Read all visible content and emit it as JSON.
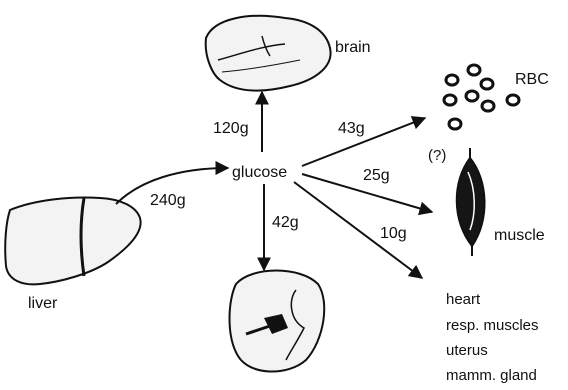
{
  "center": {
    "label": "glucose"
  },
  "organs": {
    "brain": "brain",
    "rbc": "RBC",
    "muscle": "muscle",
    "liver": "liver",
    "unknown": "(?)"
  },
  "flows": {
    "liver_to_glucose": "240g",
    "to_brain": "120g",
    "to_rbc": "43g",
    "to_muscle": "25g",
    "to_kidney": "42g",
    "to_others": "10g"
  },
  "others": [
    "heart",
    "resp. muscles",
    "uterus",
    "mamm. gland"
  ]
}
